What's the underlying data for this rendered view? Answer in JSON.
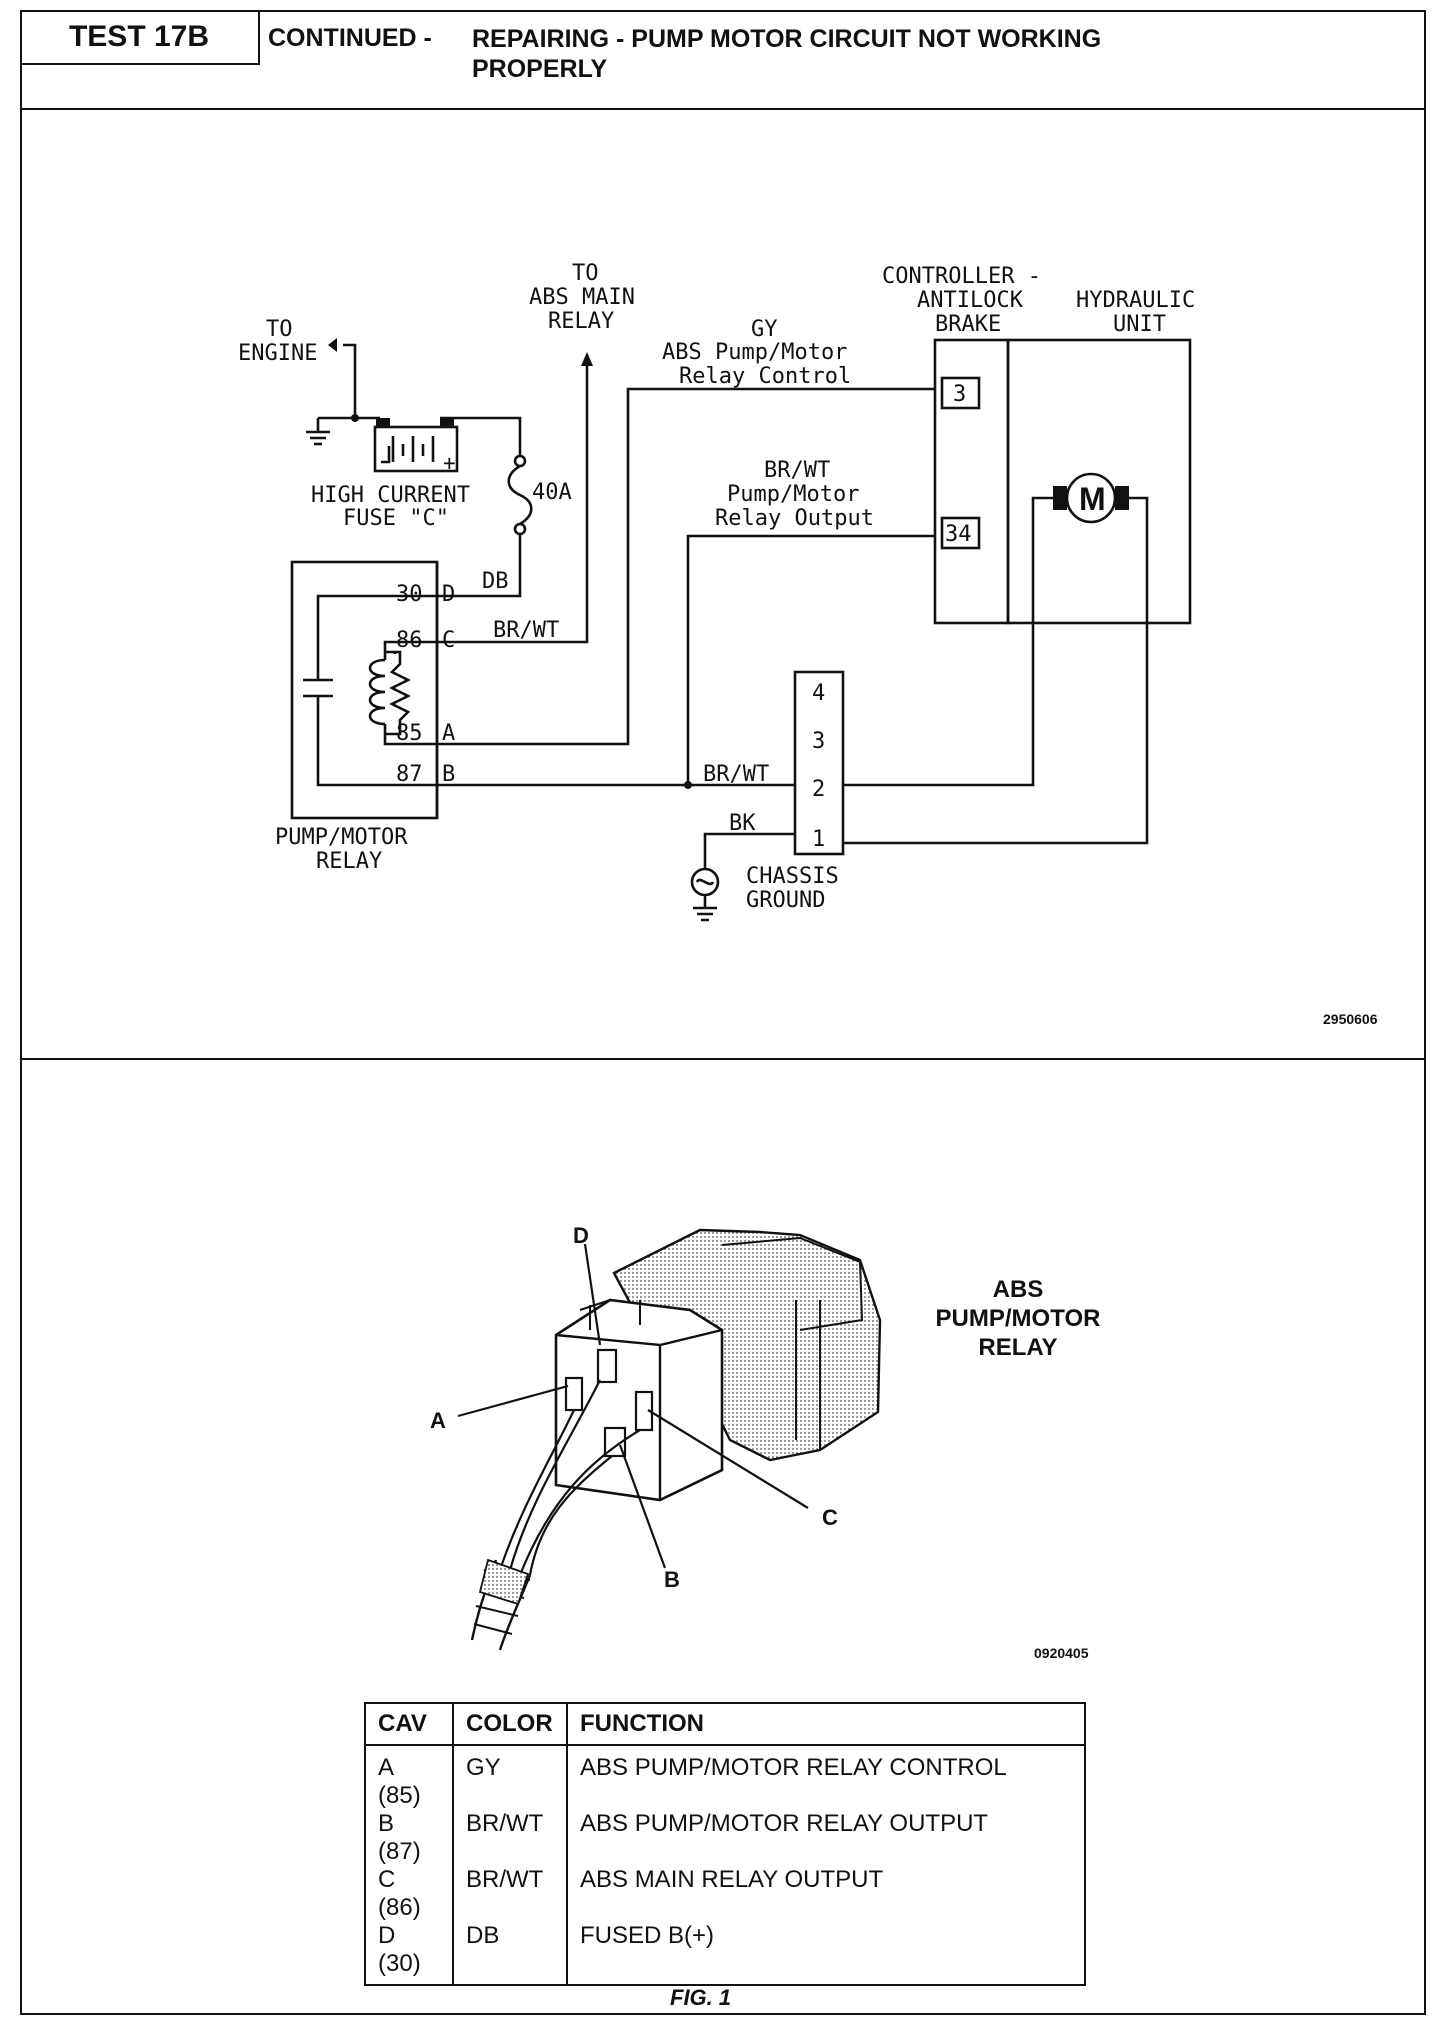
{
  "header": {
    "test_id": "TEST 17B",
    "continued": "CONTINUED -",
    "title": "REPAIRING - PUMP MOTOR CIRCUIT NOT WORKING PROPERLY"
  },
  "schematic": {
    "to_engine": [
      "TO",
      "ENGINE"
    ],
    "to_abs_main_relay": [
      "TO",
      "ABS MAIN",
      "RELAY"
    ],
    "controller_label": [
      "CONTROLLER -",
      "ANTILOCK",
      "BRAKE"
    ],
    "hydraulic_label": [
      "HYDRAULIC",
      "UNIT"
    ],
    "gy_wire_label": [
      "GY",
      "ABS Pump/Motor",
      "Relay Control"
    ],
    "brwt_output_label": [
      "BR/WT",
      "Pump/Motor",
      "Relay Output"
    ],
    "fuse_label": [
      "HIGH CURRENT",
      "FUSE \"C\""
    ],
    "fuse_rating": "40A",
    "db_label": "DB",
    "brwt_c_label": "BR/WT",
    "brwt_2_label": "BR/WT",
    "bk_label": "BK",
    "chassis_ground": [
      "CHASSIS",
      "GROUND"
    ],
    "relay_label": [
      "PUMP/MOTOR",
      "RELAY"
    ],
    "relay_pins": [
      {
        "num": "30",
        "cav": "D"
      },
      {
        "num": "86",
        "cav": "C"
      },
      {
        "num": "85",
        "cav": "A"
      },
      {
        "num": "87",
        "cav": "B"
      }
    ],
    "controller_pins": [
      "3",
      "34"
    ],
    "connector_pins": [
      "4",
      "3",
      "2",
      "1"
    ],
    "motor_symbol": "M",
    "drawing_number": "2950606"
  },
  "relay_illustration": {
    "title": [
      "ABS",
      "PUMP/MOTOR",
      "RELAY"
    ],
    "callouts": [
      "D",
      "A",
      "C",
      "B"
    ],
    "drawing_number": "0920405"
  },
  "pin_table": {
    "headers": [
      "CAV",
      "COLOR",
      "FUNCTION"
    ],
    "rows": [
      [
        "A (85)",
        "GY",
        "ABS PUMP/MOTOR RELAY CONTROL"
      ],
      [
        "B (87)",
        "BR/WT",
        "ABS PUMP/MOTOR RELAY OUTPUT"
      ],
      [
        "C (86)",
        "BR/WT",
        "ABS MAIN RELAY OUTPUT"
      ],
      [
        "D (30)",
        "DB",
        "FUSED B(+)"
      ]
    ]
  },
  "figure_label": "FIG. 1"
}
